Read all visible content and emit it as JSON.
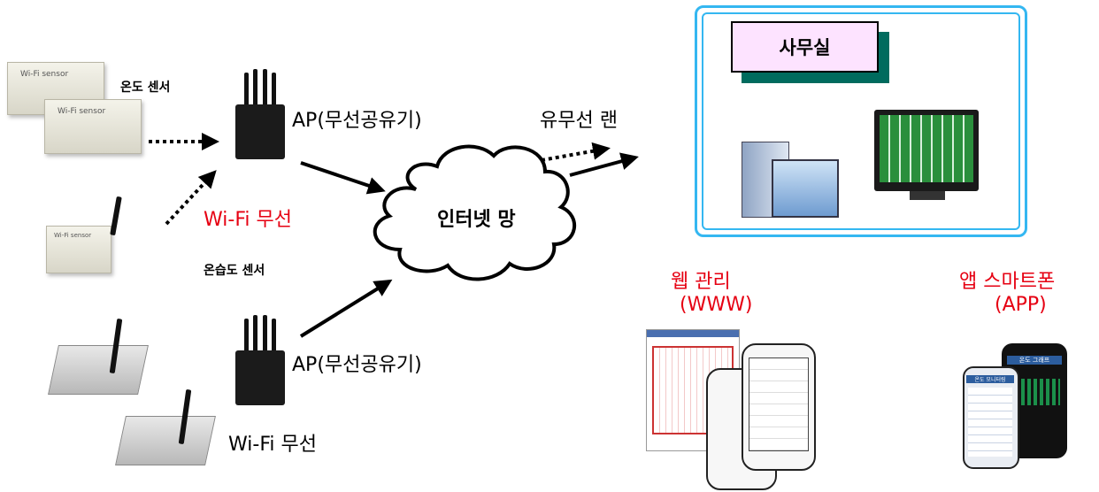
{
  "labels": {
    "temp_sensor": "온도 센서",
    "humid_sensor": "온습도 센서",
    "ap_top": "AP(무선공유기)",
    "ap_bottom": "AP(무선공유기)",
    "wifi_red": "Wi-Fi 무선",
    "wifi_black": "Wi-Fi 무선",
    "lan": "유무선 랜",
    "internet": "인터넷 망",
    "office": "사무실",
    "web_line1": "웹 관리",
    "web_line2": "(WWW)",
    "app_line1": "앱  스마트폰",
    "app_line2": "(APP)"
  },
  "device_text": {
    "sensor_brand": "Wi-Fi sensor",
    "phone_top": "온도 그래프",
    "phone_front": "온도 모니터링"
  },
  "colors": {
    "accent_red": "#e60012",
    "frame_blue": "#34b7f1",
    "title_fill": "#fde3ff",
    "title_shadow": "#006b5e"
  }
}
